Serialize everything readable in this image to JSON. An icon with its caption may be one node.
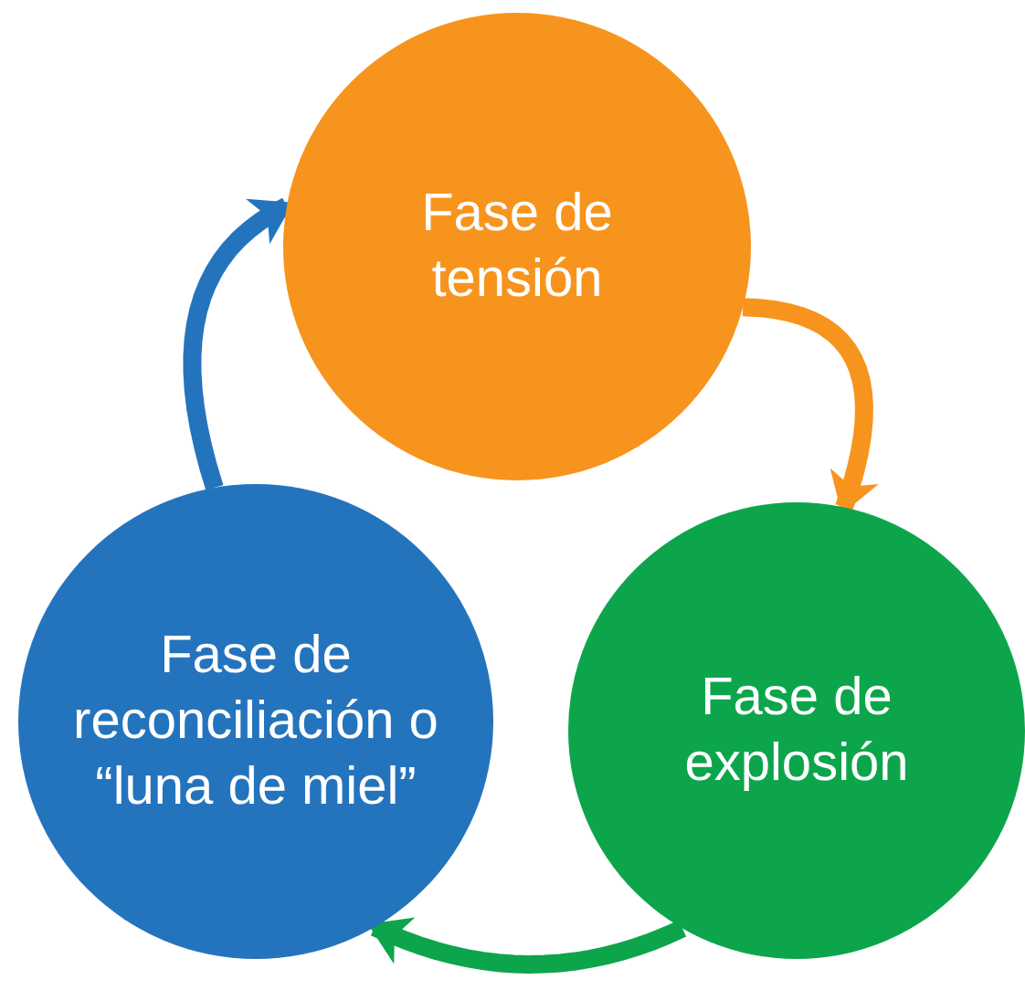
{
  "diagram": {
    "nodes": [
      {
        "text": [
          "Fase de tensión"
        ]
      },
      {
        "text": [
          "Fase de explosión"
        ]
      },
      {
        "text": [
          "Fase de reconciliación o “luna de miel”"
        ]
      }
    ],
    "edges": [
      {
        "from": 0,
        "to": 1,
        "arrow": "to",
        "color": "#f7941d"
      },
      {
        "from": 1,
        "to": 2,
        "arrow": "to",
        "color": "#0da54b"
      },
      {
        "from": 2,
        "to": 0,
        "arrow": "to",
        "color": "#2474bd"
      }
    ]
  }
}
